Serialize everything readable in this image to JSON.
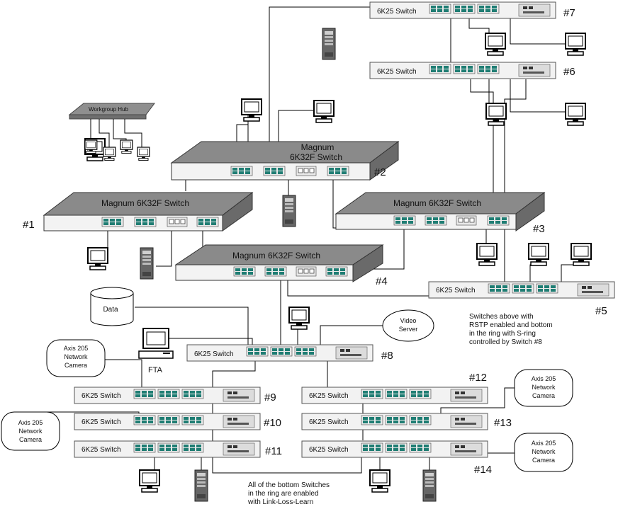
{
  "magnum": {
    "sw1": {
      "title": "Magnum 6K32F Switch",
      "num": "#1"
    },
    "sw2": {
      "title_line1": "Magnum",
      "title_line2": "6K32F Switch",
      "num": "#2"
    },
    "sw3": {
      "title": "Magnum 6K32F Switch",
      "num": "#3"
    },
    "sw4": {
      "title": "Magnum 6K32F Switch",
      "num": "#4"
    }
  },
  "switches6k25": {
    "sw5": {
      "label": "6K25 Switch",
      "num": "#5"
    },
    "sw6": {
      "label": "6K25 Switch",
      "num": "#6"
    },
    "sw7": {
      "label": "6K25 Switch",
      "num": "#7"
    },
    "sw8": {
      "label": "6K25 Switch",
      "num": "#8"
    },
    "sw9": {
      "label": "6K25 Switch",
      "num": "#9"
    },
    "sw10": {
      "label": "6K25 Switch",
      "num": "#10"
    },
    "sw11": {
      "label": "6K25 Switch",
      "num": "#11"
    },
    "sw12": {
      "label": "6K25 Switch",
      "num": "#12"
    },
    "sw13": {
      "label": "6K25 Switch",
      "num": "#13"
    },
    "sw14": {
      "label": "6K25 Switch",
      "num": "#14"
    }
  },
  "hub": {
    "label": "Workgroup Hub"
  },
  "data_store": {
    "label": "Data"
  },
  "fta": {
    "label": "FTA"
  },
  "video_server": {
    "line1": "Video",
    "line2": "Server"
  },
  "camera_left": {
    "line1": "Axis 205",
    "line2": "Network",
    "line3": "Camera"
  },
  "camera_top_left": {
    "line1": "Axis 205",
    "line2": "Network",
    "line3": "Camera"
  },
  "camera_right_top": {
    "line1": "Axis 205",
    "line2": "Network",
    "line3": "Camera"
  },
  "camera_right_bottom": {
    "line1": "Axis 205",
    "line2": "Network",
    "line3": "Camera"
  },
  "note_rstp": {
    "line1": "Switches above with",
    "line2": "RSTP enabled and bottom",
    "line3": "in the ring with S-ring",
    "line4": "controlled by Switch #8"
  },
  "note_bottom": {
    "line1": "All of the bottom Switches",
    "line2": "in the ring are enabled",
    "line3": "with Link-Loss-Learn"
  }
}
